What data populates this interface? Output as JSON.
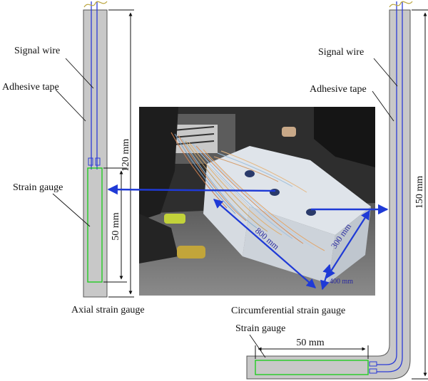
{
  "figure": {
    "left_gauge": {
      "signal_wire_label": "Signal wire",
      "adhesive_tape_label": "Adhesive tape",
      "strain_gauge_label": "Strain gauge",
      "length_total_label": "120 mm",
      "length_gauge_label": "50 mm",
      "caption": "Axial strain gauge"
    },
    "right_gauge": {
      "signal_wire_label": "Signal wire",
      "adhesive_tape_label": "Adhesive tape",
      "strain_gauge_label": "Strain gauge",
      "length_total_label": "150 mm",
      "length_gauge_label": "50 mm",
      "caption": "Circumferential strain gauge"
    },
    "photo": {
      "dim_length_label": "800 mm",
      "dim_width_label": "300 mm",
      "dim_height_label": "400 mm"
    },
    "colors": {
      "tape_fill": "#c8c8c8",
      "tape_stroke": "#555555",
      "signal_wire": "#2b3bd6",
      "strain_gauge": "#22cc22",
      "arrow": "#1f3ad6",
      "photo_dark": "#2e2e2e",
      "specimen": "#e8ecf1"
    }
  }
}
